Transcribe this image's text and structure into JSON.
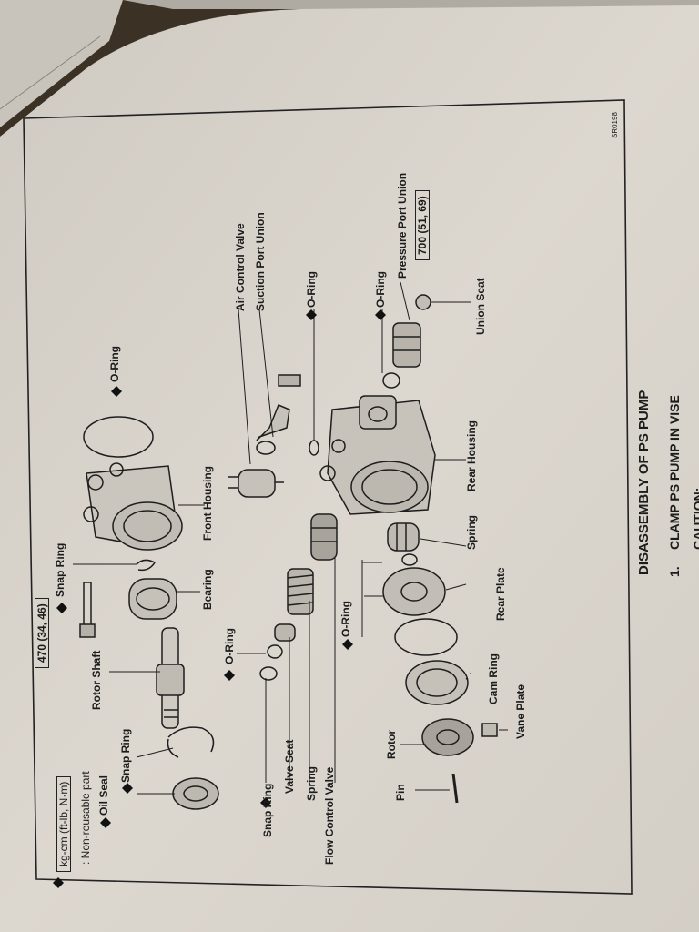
{
  "figure": {
    "code": "SR0198",
    "torque_specs": [
      "470 (34, 46)",
      "700 (51, 69)"
    ],
    "parts": {
      "oil_seal": "Oil Seal",
      "snap_ring_1": "Snap Ring",
      "rotor_shaft": "Rotor Shaft",
      "snap_ring_2": "Snap Ring",
      "bearing": "Bearing",
      "front_housing": "Front Housing",
      "o_ring_1": "O-Ring",
      "snap_ring_3": "Snap Ring",
      "valve_seat": "Valve Seat",
      "spring_1": "Spring",
      "flow_control_valve": "Flow Control Valve",
      "o_ring_2": "O-Ring",
      "air_control_valve": "Air Control Valve",
      "suction_port_union": "Suction Port Union",
      "o_ring_3": "O-Ring",
      "o_ring_4": "O-Ring",
      "pressure_port_union": "Pressure Port Union",
      "union_seat": "Union Seat",
      "rear_housing": "Rear Housing",
      "spring_2": "Spring",
      "o_ring_5": "O-Ring",
      "rear_plate": "Rear Plate",
      "cam_ring": "Cam Ring",
      "rotor": "Rotor",
      "vane_plate": "Vane Plate",
      "pin": "Pin"
    },
    "legend": {
      "units": "kg-cm (ft-lb, N·m)",
      "non_reusable": ": Non-reusable part"
    }
  },
  "section": {
    "title": "DISASSEMBLY OF PS PUMP",
    "step_number": "1.",
    "step_text": "CLAMP PS PUMP IN VISE",
    "next_text": "CAUTION:"
  },
  "colors": {
    "paper": "#d9d4cc",
    "ink": "#1c1c1c",
    "background": "#3a3022"
  }
}
